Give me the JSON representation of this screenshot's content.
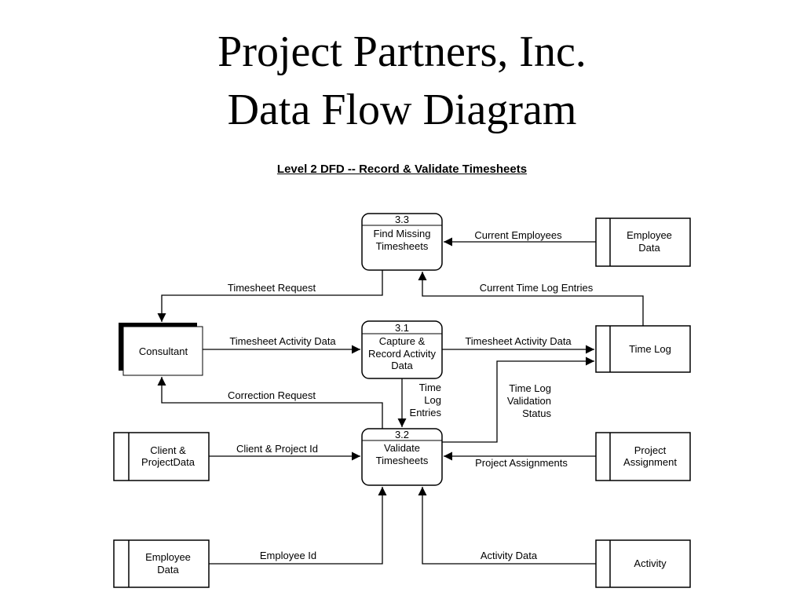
{
  "title": {
    "line1": "Project Partners, Inc.",
    "line2": "Data Flow Diagram"
  },
  "subtitle": "Level 2 DFD -- Record & Validate Timesheets",
  "processes": {
    "p33": {
      "id": "3.3",
      "line1": "Find Missing",
      "line2": "Timesheets"
    },
    "p31": {
      "id": "3.1",
      "line1": "Capture &",
      "line2": "Record Activity",
      "line3": "Data"
    },
    "p32": {
      "id": "3.2",
      "line1": "Validate",
      "line2": "Timesheets"
    }
  },
  "external_entity": {
    "label": "Consultant"
  },
  "data_stores": {
    "employee_data_top": {
      "line1": "Employee",
      "line2": "Data"
    },
    "time_log": {
      "label": "Time Log"
    },
    "client_project": {
      "line1": "Client &",
      "line2": "ProjectData"
    },
    "project_assignment": {
      "line1": "Project",
      "line2": "Assignment"
    },
    "employee_data_bottom": {
      "line1": "Employee",
      "line2": "Data"
    },
    "activity": {
      "label": "Activity"
    }
  },
  "flows": {
    "current_employees": "Current Employees",
    "timesheet_request": "Timesheet Request",
    "current_time_log_entries": "Current Time Log Entries",
    "timesheet_activity_data_in": "Timesheet Activity Data",
    "timesheet_activity_data_out": "Timesheet Activity Data",
    "time_log_entries": {
      "line1": "Time",
      "line2": "Log",
      "line3": "Entries"
    },
    "time_log_validation_status": {
      "line1": "Time Log",
      "line2": "Validation",
      "line3": "Status"
    },
    "correction_request": "Correction Request",
    "client_project_id": "Client & Project Id",
    "project_assignments": "Project Assignments",
    "employee_id": "Employee Id",
    "activity_data": "Activity Data"
  }
}
